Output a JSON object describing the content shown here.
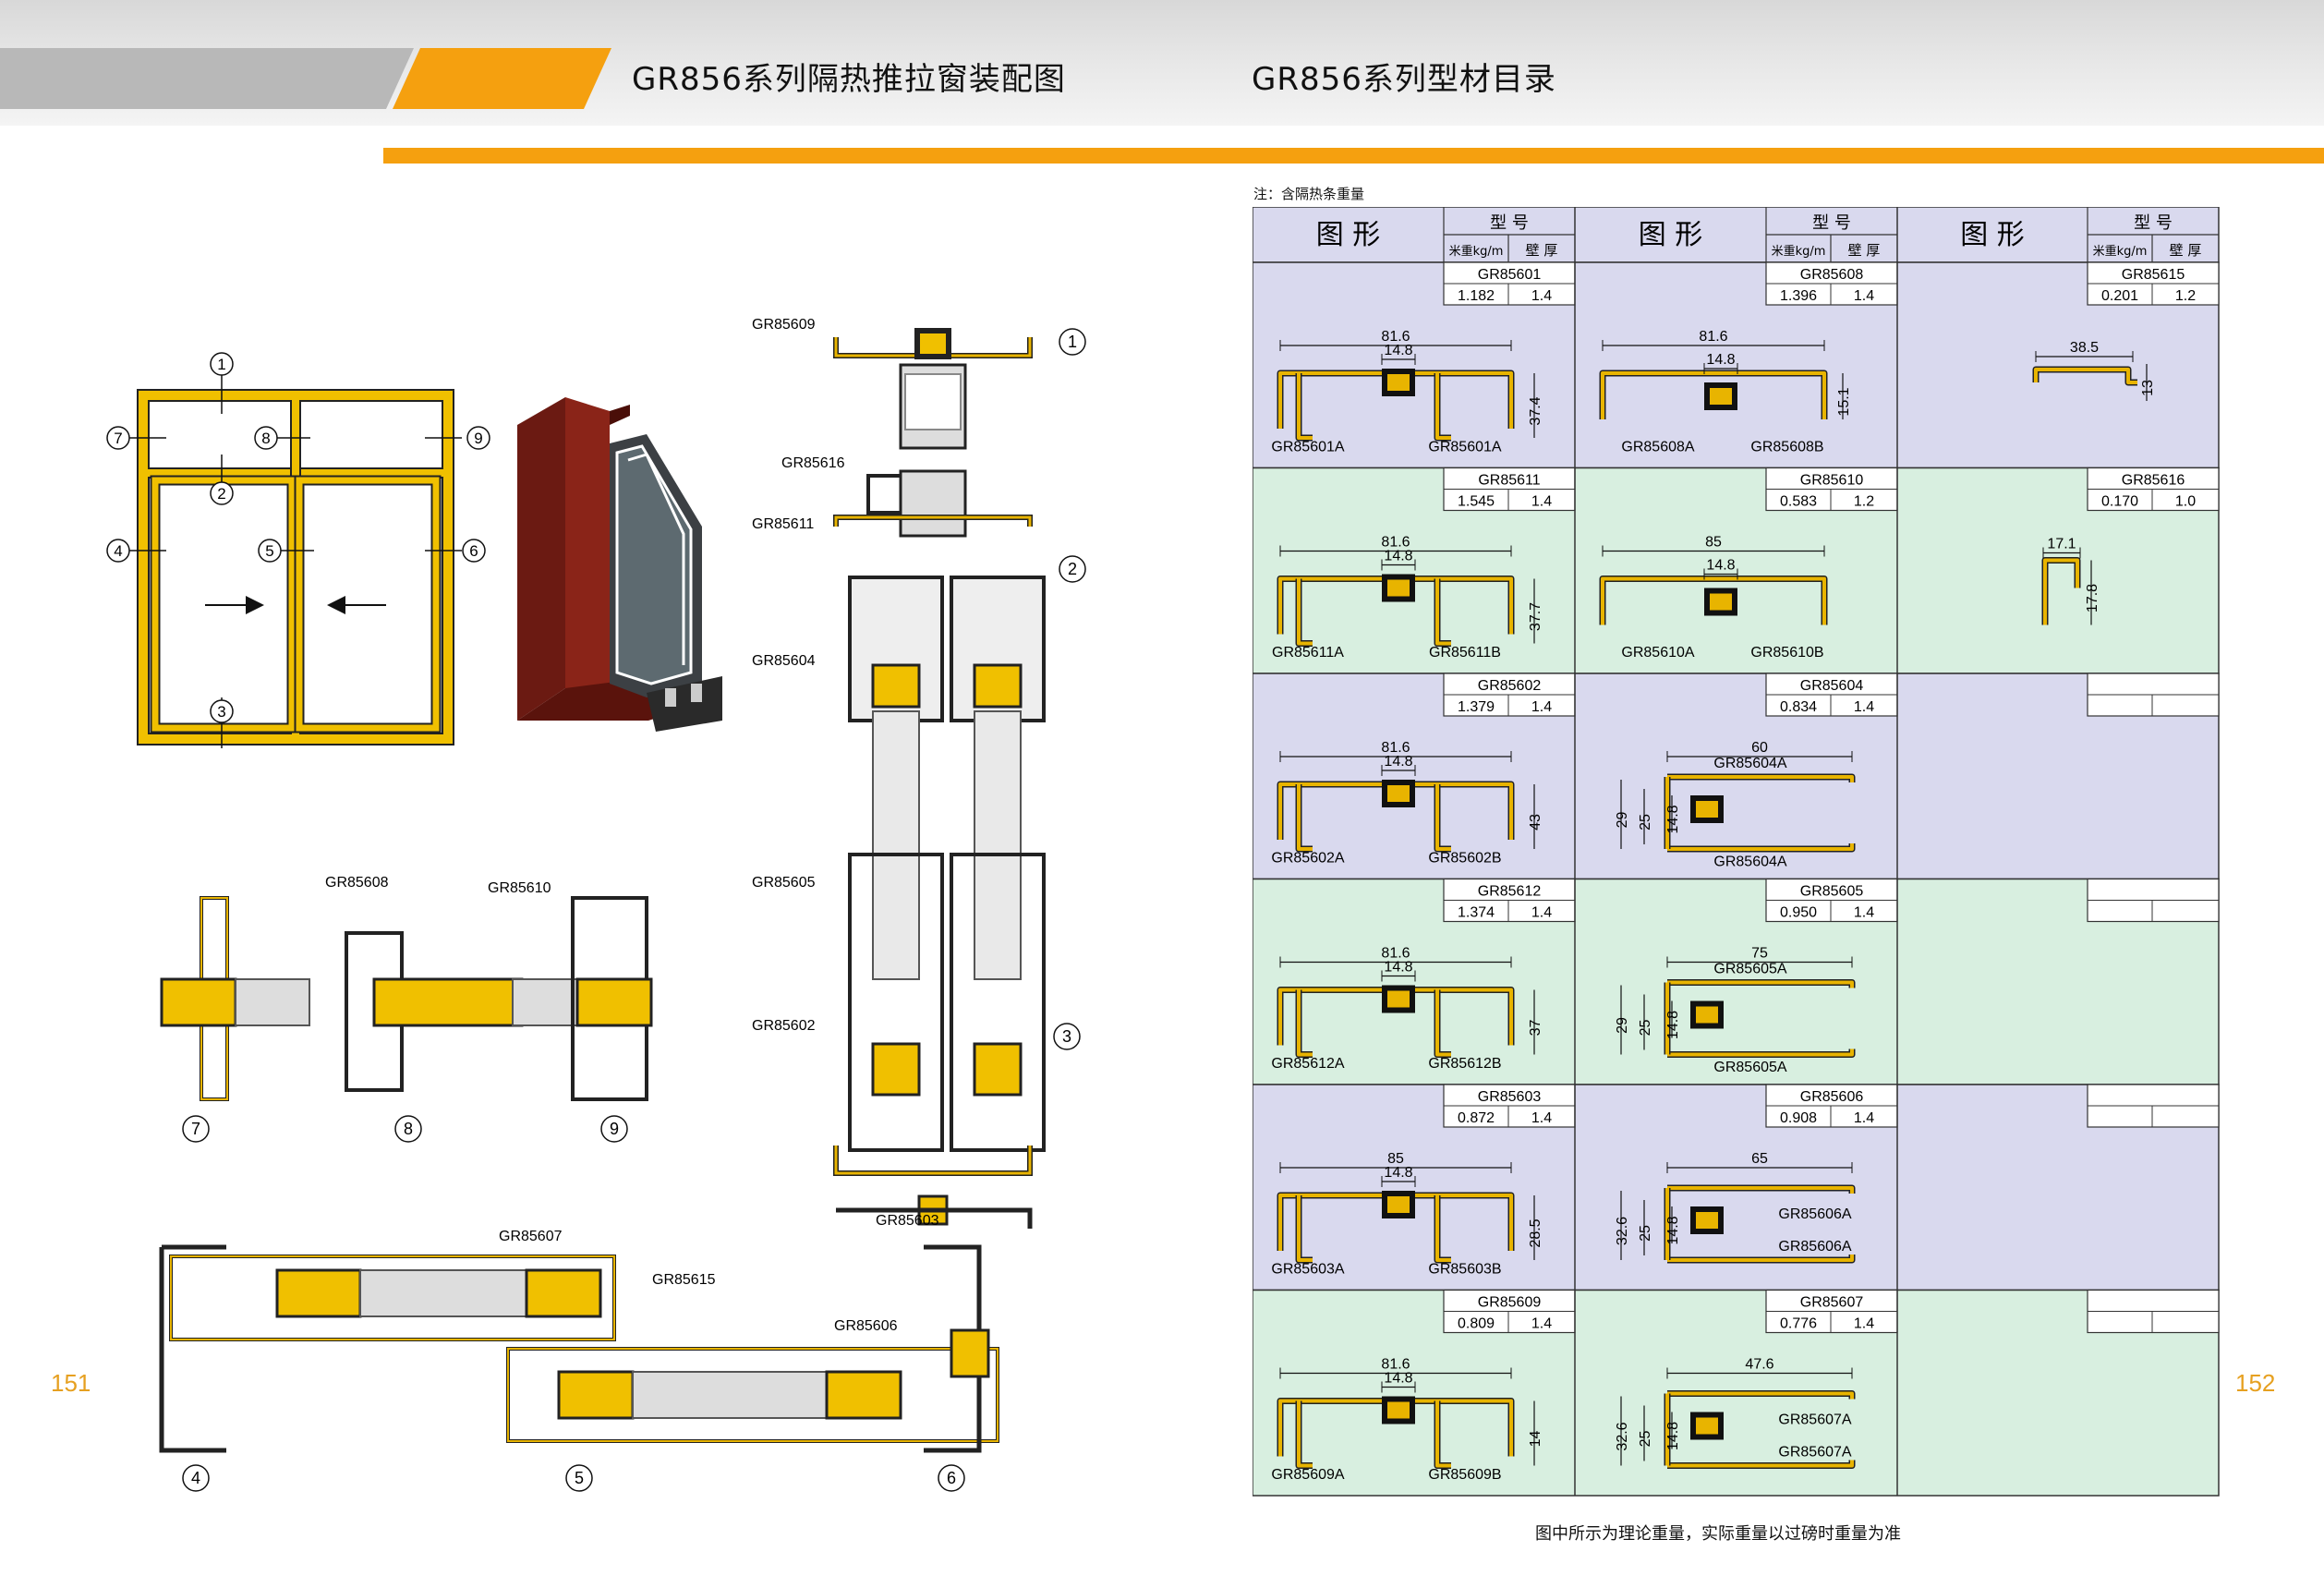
{
  "header": {
    "left_title": "GR856系列隔热推拉窗装配图",
    "right_title": "GR856系列型材目录"
  },
  "page_numbers": {
    "left": "151",
    "right": "152"
  },
  "colors": {
    "orange": "#f5a00f",
    "gray": "#b8b8b8",
    "profile": "#e8b400",
    "frame": "#f0c000",
    "grid_purple": "#d9d9ee",
    "grid_green": "#d8efe0"
  },
  "left_drawings": {
    "elevation_markers": [
      "1",
      "2",
      "3",
      "4",
      "5",
      "6",
      "7",
      "8",
      "9"
    ],
    "vertical_labels": [
      "GR85609",
      "GR85616",
      "GR85611",
      "GR85604",
      "GR85605",
      "GR85602"
    ],
    "vertical_markers": [
      "1",
      "2",
      "3"
    ],
    "sec789_labels": [
      "GR85608",
      "GR85610"
    ],
    "sec789_markers": [
      "7",
      "8",
      "9"
    ],
    "sec456_labels": [
      "GR85607",
      "GR85615",
      "GR85603",
      "GR85606"
    ],
    "sec456_markers": [
      "4",
      "5",
      "6"
    ]
  },
  "catalog": {
    "note": "注：含隔热条重量",
    "header": {
      "shape": "图  形",
      "model": "型  号",
      "weight": "米重kg/m",
      "thickness": "壁 厚"
    },
    "rows": [
      [
        {
          "code": "GR85601",
          "weight": "1.182",
          "thick": "1.4",
          "dims": [
            "81.6",
            "14.8",
            "37.4"
          ],
          "parts": [
            "GR85601A",
            "GR85601A"
          ]
        },
        {
          "code": "GR85608",
          "weight": "1.396",
          "thick": "1.4",
          "dims": [
            "81.6",
            "14.8",
            "15.1"
          ],
          "parts": [
            "GR85608A",
            "GR85608B"
          ]
        },
        {
          "code": "GR85615",
          "weight": "0.201",
          "thick": "1.2",
          "dims": [
            "38.5",
            "13"
          ],
          "parts": []
        }
      ],
      [
        {
          "code": "GR85611",
          "weight": "1.545",
          "thick": "1.4",
          "dims": [
            "81.6",
            "14.8",
            "37.7"
          ],
          "parts": [
            "GR85611A",
            "GR85611B"
          ]
        },
        {
          "code": "GR85610",
          "weight": "0.583",
          "thick": "1.2",
          "dims": [
            "85",
            "14.8"
          ],
          "parts": [
            "GR85610A",
            "GR85610B"
          ]
        },
        {
          "code": "GR85616",
          "weight": "0.170",
          "thick": "1.0",
          "dims": [
            "17.1",
            "17.8"
          ],
          "parts": []
        }
      ],
      [
        {
          "code": "GR85602",
          "weight": "1.379",
          "thick": "1.4",
          "dims": [
            "81.6",
            "14.8",
            "43"
          ],
          "parts": [
            "GR85602A",
            "GR85602B"
          ]
        },
        {
          "code": "GR85604",
          "weight": "0.834",
          "thick": "1.4",
          "dims": [
            "60",
            "29",
            "25",
            "14.8"
          ],
          "parts": [
            "GR85604A",
            "GR85604A"
          ]
        },
        null
      ],
      [
        {
          "code": "GR85612",
          "weight": "1.374",
          "thick": "1.4",
          "dims": [
            "81.6",
            "14.8",
            "37"
          ],
          "parts": [
            "GR85612A",
            "GR85612B"
          ]
        },
        {
          "code": "GR85605",
          "weight": "0.950",
          "thick": "1.4",
          "dims": [
            "75",
            "29",
            "25",
            "14.8"
          ],
          "parts": [
            "GR85605A",
            "GR85605A"
          ]
        },
        null
      ],
      [
        {
          "code": "GR85603",
          "weight": "0.872",
          "thick": "1.4",
          "dims": [
            "85",
            "14.8",
            "28.5"
          ],
          "parts": [
            "GR85603A",
            "GR85603B"
          ]
        },
        {
          "code": "GR85606",
          "weight": "0.908",
          "thick": "1.4",
          "dims": [
            "65",
            "32.6",
            "25",
            "14.8"
          ],
          "parts": [
            "GR85606A",
            "GR85606A"
          ]
        },
        null
      ],
      [
        {
          "code": "GR85609",
          "weight": "0.809",
          "thick": "1.4",
          "dims": [
            "81.6",
            "14.8",
            "14"
          ],
          "parts": [
            "GR85609A",
            "GR85609B"
          ]
        },
        {
          "code": "GR85607",
          "weight": "0.776",
          "thick": "1.4",
          "dims": [
            "47.6",
            "32.6",
            "25",
            "14.8"
          ],
          "parts": [
            "GR85607A",
            "GR85607A"
          ]
        },
        null
      ]
    ],
    "footer": "图中所示为理论重量，实际重量以过磅时重量为准"
  }
}
